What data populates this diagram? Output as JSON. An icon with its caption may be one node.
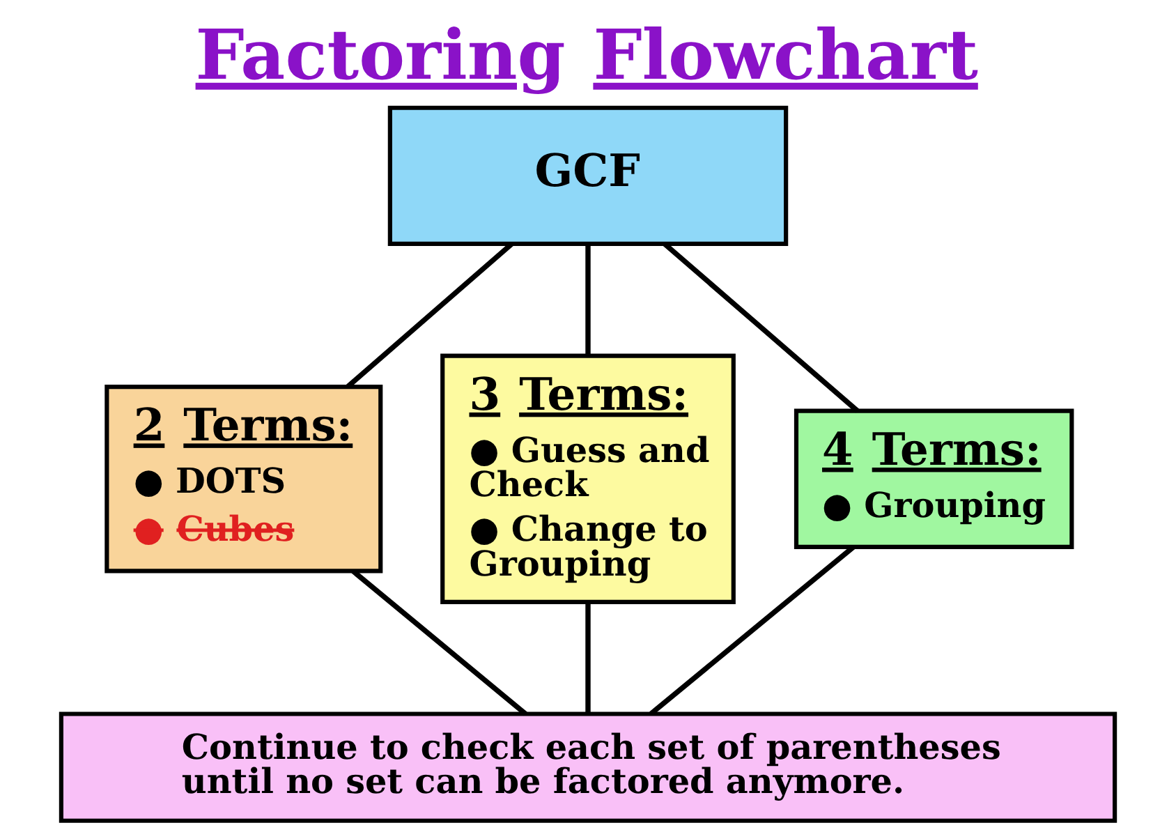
{
  "diagram": {
    "title": "Factoring Flowchart",
    "nodes": [
      {
        "text": [
          "GCF"
        ]
      },
      {
        "text": [
          "2 Terms:",
          "● DOTS",
          "● Cubes"
        ]
      },
      {
        "text": [
          "3 Terms:",
          "● Guess and Check",
          "● Change to Grouping"
        ]
      },
      {
        "text": [
          "4 Terms:",
          "● Grouping"
        ]
      },
      {
        "text": [
          "Continue to check each set of parentheses until no set can be factored anymore."
        ]
      }
    ],
    "edges": [
      {
        "from": 0,
        "to": 1,
        "arrow": "none"
      },
      {
        "from": 0,
        "to": 2,
        "arrow": "none"
      },
      {
        "from": 0,
        "to": 3,
        "arrow": "none"
      },
      {
        "from": 1,
        "to": 4,
        "arrow": "none"
      },
      {
        "from": 2,
        "to": 4,
        "arrow": "none"
      },
      {
        "from": 3,
        "to": 4,
        "arrow": "none"
      }
    ]
  }
}
